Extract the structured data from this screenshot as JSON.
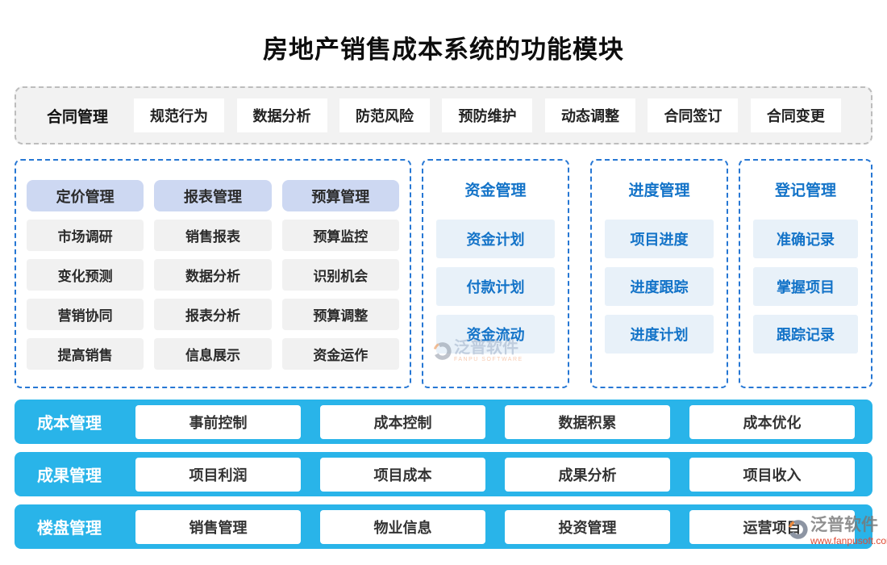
{
  "page_title": "房地产销售成本系统的功能模块",
  "contract_row": {
    "label": "合同管理",
    "items": [
      "规范行为",
      "数据分析",
      "防范风险",
      "预防维护",
      "动态调整",
      "合同签订",
      "合同变更"
    ]
  },
  "matrix": {
    "columns": [
      {
        "header": "定价管理",
        "items": [
          "市场调研",
          "变化预测",
          "营销协同",
          "提高销售"
        ]
      },
      {
        "header": "报表管理",
        "items": [
          "销售报表",
          "数据分析",
          "报表分析",
          "信息展示"
        ]
      },
      {
        "header": "预算管理",
        "items": [
          "预算监控",
          "识别机会",
          "预算调整",
          "资金运作"
        ]
      }
    ]
  },
  "panels": [
    {
      "title": "资金管理",
      "items": [
        "资金计划",
        "付款计划",
        "资金流动"
      ]
    },
    {
      "title": "进度管理",
      "items": [
        "项目进度",
        "进度跟踪",
        "进度计划"
      ]
    },
    {
      "title": "登记管理",
      "items": [
        "准确记录",
        "掌握项目",
        "跟踪记录"
      ]
    }
  ],
  "bars": [
    {
      "label": "成本管理",
      "items": [
        "事前控制",
        "成本控制",
        "数据积累",
        "成本优化"
      ]
    },
    {
      "label": "成果管理",
      "items": [
        "项目利润",
        "项目成本",
        "成果分析",
        "项目收入"
      ]
    },
    {
      "label": "楼盘管理",
      "items": [
        "销售管理",
        "物业信息",
        "投资管理",
        "运营项目"
      ]
    }
  ],
  "watermark_center": {
    "brand": "泛普软件",
    "brand_en": "FANPU SOFTWARE"
  },
  "watermark_corner": {
    "brand": "泛普软件",
    "url": "www.fanpusoft.com"
  },
  "colors": {
    "panel_border_blue": "#2677d4",
    "blue_text": "#1373c8",
    "panel_item_bg": "#e8f1f9",
    "matrix_header_bg": "#cdd8f2",
    "matrix_item_bg": "#f1f1f1",
    "bar_bg": "#29b4e9",
    "contract_box_bg": "#f2f2f2",
    "contract_border": "#bdbdbd",
    "watermark_url_color": "#e04a33"
  }
}
